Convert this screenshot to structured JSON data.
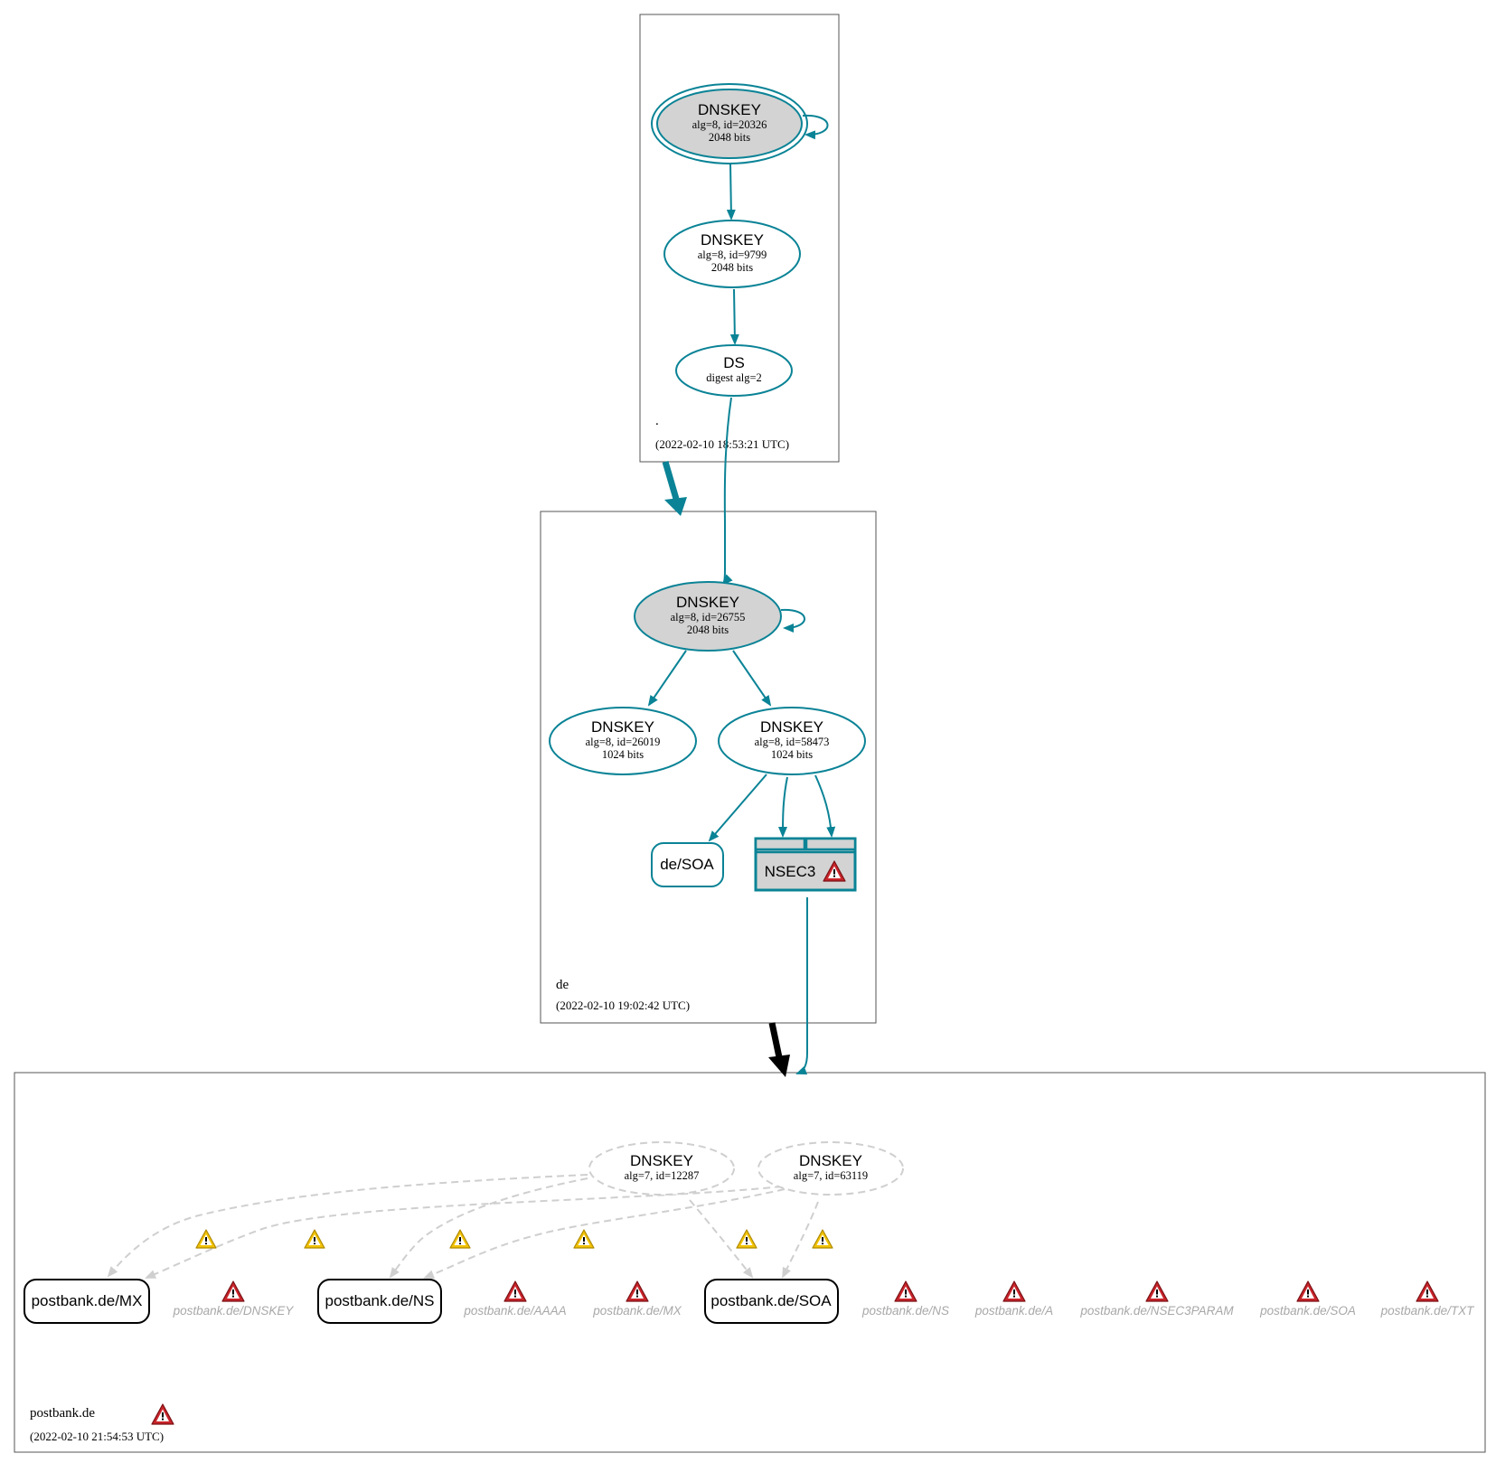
{
  "colors": {
    "secure": "#0a8396",
    "insecure_dashed": "#cfcfcf",
    "ksk_fill": "#d3d3d3",
    "warning_yellow": "#f2c200",
    "error_red": "#c8242a",
    "delegation_insecure": "#000000"
  },
  "zones": {
    "root": {
      "name": ".",
      "date": "(2022-02-10 18:53:21 UTC)"
    },
    "de": {
      "name": "de",
      "date": "(2022-02-10 19:02:42 UTC)"
    },
    "postbank": {
      "name": "postbank.de",
      "date": "(2022-02-10 21:54:53 UTC)"
    }
  },
  "nodes": {
    "root_ksk": {
      "title": "DNSKEY",
      "line1": "alg=8, id=20326",
      "line2": "2048 bits"
    },
    "root_zsk": {
      "title": "DNSKEY",
      "line1": "alg=8, id=9799",
      "line2": "2048 bits"
    },
    "root_ds": {
      "title": "DS",
      "line1": "digest alg=2"
    },
    "de_ksk": {
      "title": "DNSKEY",
      "line1": "alg=8, id=26755",
      "line2": "2048 bits"
    },
    "de_zsk1": {
      "title": "DNSKEY",
      "line1": "alg=8, id=26019",
      "line2": "1024 bits"
    },
    "de_zsk2": {
      "title": "DNSKEY",
      "line1": "alg=8, id=58473",
      "line2": "1024 bits"
    },
    "de_soa": {
      "label": "de/SOA"
    },
    "de_nsec3": {
      "label": "NSEC3"
    },
    "pb_key1": {
      "title": "DNSKEY",
      "line1": "alg=7, id=12287"
    },
    "pb_key2": {
      "title": "DNSKEY",
      "line1": "alg=7, id=63119"
    },
    "pb_mx": {
      "label": "postbank.de/MX"
    },
    "pb_ns": {
      "label": "postbank.de/NS"
    },
    "pb_soa": {
      "label": "postbank.de/SOA"
    }
  },
  "missing_records": {
    "dnskey": "postbank.de/DNSKEY",
    "aaaa": "postbank.de/AAAA",
    "mx": "postbank.de/MX",
    "ns": "postbank.de/NS",
    "a": "postbank.de/A",
    "nsec3param": "postbank.de/NSEC3PARAM",
    "soa": "postbank.de/SOA",
    "txt": "postbank.de/TXT"
  }
}
